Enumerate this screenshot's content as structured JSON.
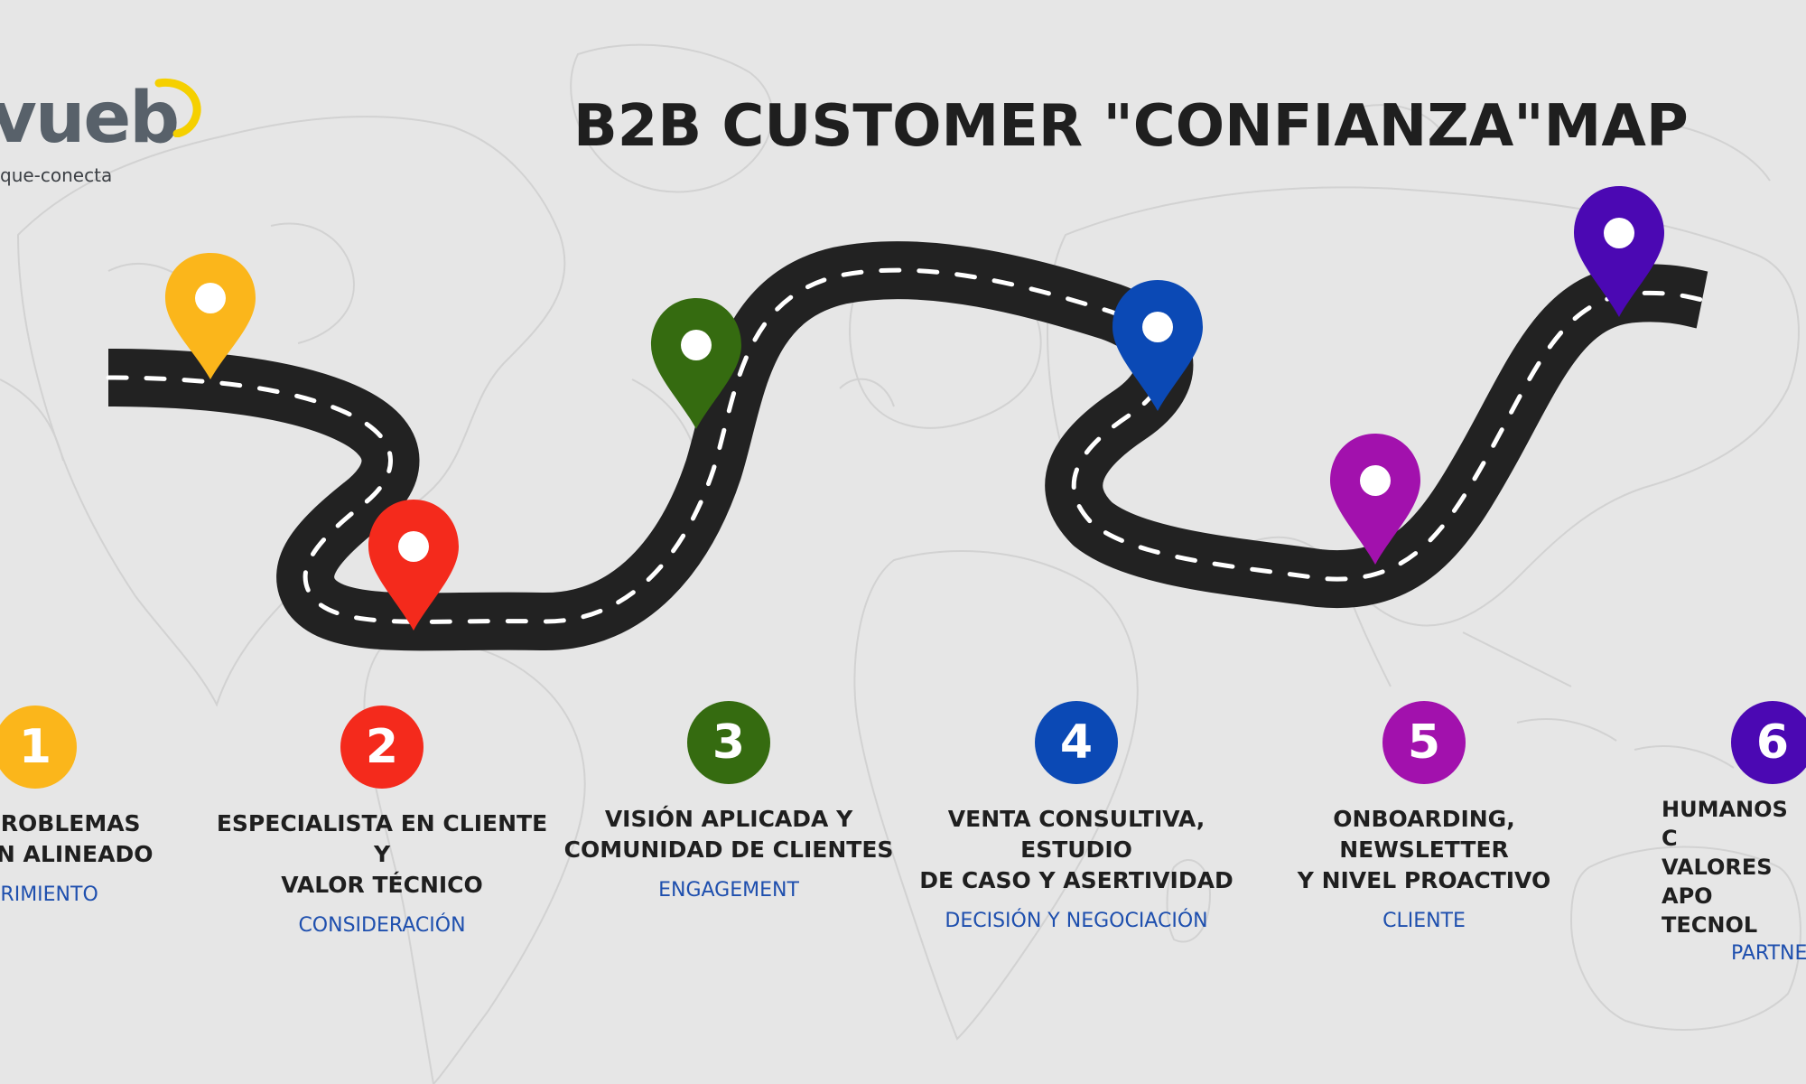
{
  "logo": {
    "wordmark": "vueb",
    "tagline": "que-conecta"
  },
  "title": "B2B CUSTOMER \"CONFIANZA\"MAP",
  "colors": {
    "background": "#e6e6e6",
    "road": "#222222",
    "road_dash": "#ffffff",
    "phase_text": "#1e4fae",
    "logo_accent": "#f5d000"
  },
  "pins": [
    {
      "name": "yellow-pin",
      "color": "#fbb61b"
    },
    {
      "name": "red-pin",
      "color": "#f42a1c"
    },
    {
      "name": "green-pin",
      "color": "#356b10"
    },
    {
      "name": "blue-pin",
      "color": "#0b49b5"
    },
    {
      "name": "magenta-pin",
      "color": "#a211ad"
    },
    {
      "name": "purple-pin",
      "color": "#4b08b3"
    }
  ],
  "stages": [
    {
      "number": "1",
      "color": "#fbb61b",
      "description": "IDO PROBLEMAS\nNKEDIN ALINEADO",
      "phase": "UBRIMIENTO"
    },
    {
      "number": "2",
      "color": "#f42a1c",
      "description": "ESPECIALISTA EN CLIENTE Y\nVALOR TÉCNICO",
      "phase": "CONSIDERACIÓN"
    },
    {
      "number": "3",
      "color": "#356b10",
      "description": "VISIÓN APLICADA Y\nCOMUNIDAD DE CLIENTES",
      "phase": "ENGAGEMENT"
    },
    {
      "number": "4",
      "color": "#0b49b5",
      "description": "VENTA CONSULTIVA, ESTUDIO\nDE CASO Y ASERTIVIDAD",
      "phase": "DECISIÓN Y NEGOCIACIÓN"
    },
    {
      "number": "5",
      "color": "#a211ad",
      "description": "ONBOARDING, NEWSLETTER\nY NIVEL PROACTIVO",
      "phase": "CLIENTE"
    },
    {
      "number": "6",
      "color": "#4b08b3",
      "description": "HUMANOS  C\nVALORES APO\nTECNOL",
      "phase": "PARTNE"
    }
  ]
}
